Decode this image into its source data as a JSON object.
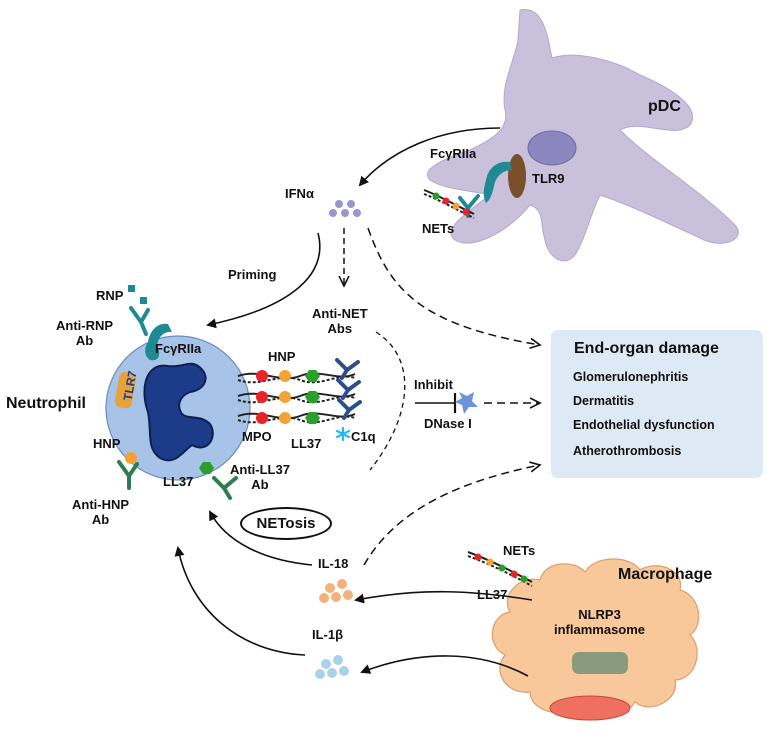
{
  "title": "",
  "cells": {
    "pdc": "pDC",
    "neutrophil": "Neutrophil",
    "macrophage": "Macrophage"
  },
  "receptors": {
    "fcgr2a_pdc": "FcγRIIa",
    "fcgr2a_neutrophil": "FcγRIIa",
    "tlr9": "TLR9",
    "tlr7": "TLR7",
    "nlrp3": "NLRP3\ninflammasome"
  },
  "molecules": {
    "nets_pdc": "NETs",
    "nets_macrophage": "NETs",
    "ifna": "IFNα",
    "rnp": "RNP",
    "anti_rnp": "Anti-RNP\nAb",
    "hnp_net": "HNP",
    "hnp_cell": "HNP",
    "anti_hnp": "Anti-HNP\nAb",
    "anti_net": "Anti-NET\nAbs",
    "mpo": "MPO",
    "ll37_net": "LL37",
    "ll37_cell": "LL37",
    "ll37_mac": "LL37",
    "anti_ll37": "Anti-LL37\nAb",
    "c1q": "C1q",
    "dnase": "DNase I",
    "il18": "IL-18",
    "il1b": "IL-1β"
  },
  "processes": {
    "priming": "Priming",
    "inhibit": "Inhibit",
    "netosis": "NETosis"
  },
  "outcome": {
    "title": "End-organ damage",
    "items": [
      "Glomerulonephritis",
      "Dermatitis",
      "Endothelial dysfunction",
      "Atherothrombosis"
    ]
  },
  "colors": {
    "pdc_fill": "#c9c0dc",
    "pdc_nucleus": "#8c86bf",
    "tlr9": "#7a4f2a",
    "neutrophil_fill": "#a8c3e8",
    "neutrophil_nucleus": "#1c3c8a",
    "tlr7": "#e8a23c",
    "receptor_teal": "#1f8a94",
    "ifna_dots": "#9a95cc",
    "il18_dots": "#f3b27a",
    "il1b_dots": "#a9d2ea",
    "macrophage_fill": "#f8c79a",
    "macrophage_stroke": "#d9a070",
    "nlrp3_bar": "#8a9a7c",
    "mac_nucleus": "#f07060",
    "panel_bg": "#dde9f4",
    "mpo_red": "#e8232a",
    "hnp_orange": "#f4a233",
    "ll37_green": "#2aa02a",
    "antibody_blue": "#2c4f8a",
    "antibody_green": "#2e7d4f",
    "c1q_cyan": "#29b6f6",
    "dnase_blue": "#6f93d8"
  }
}
